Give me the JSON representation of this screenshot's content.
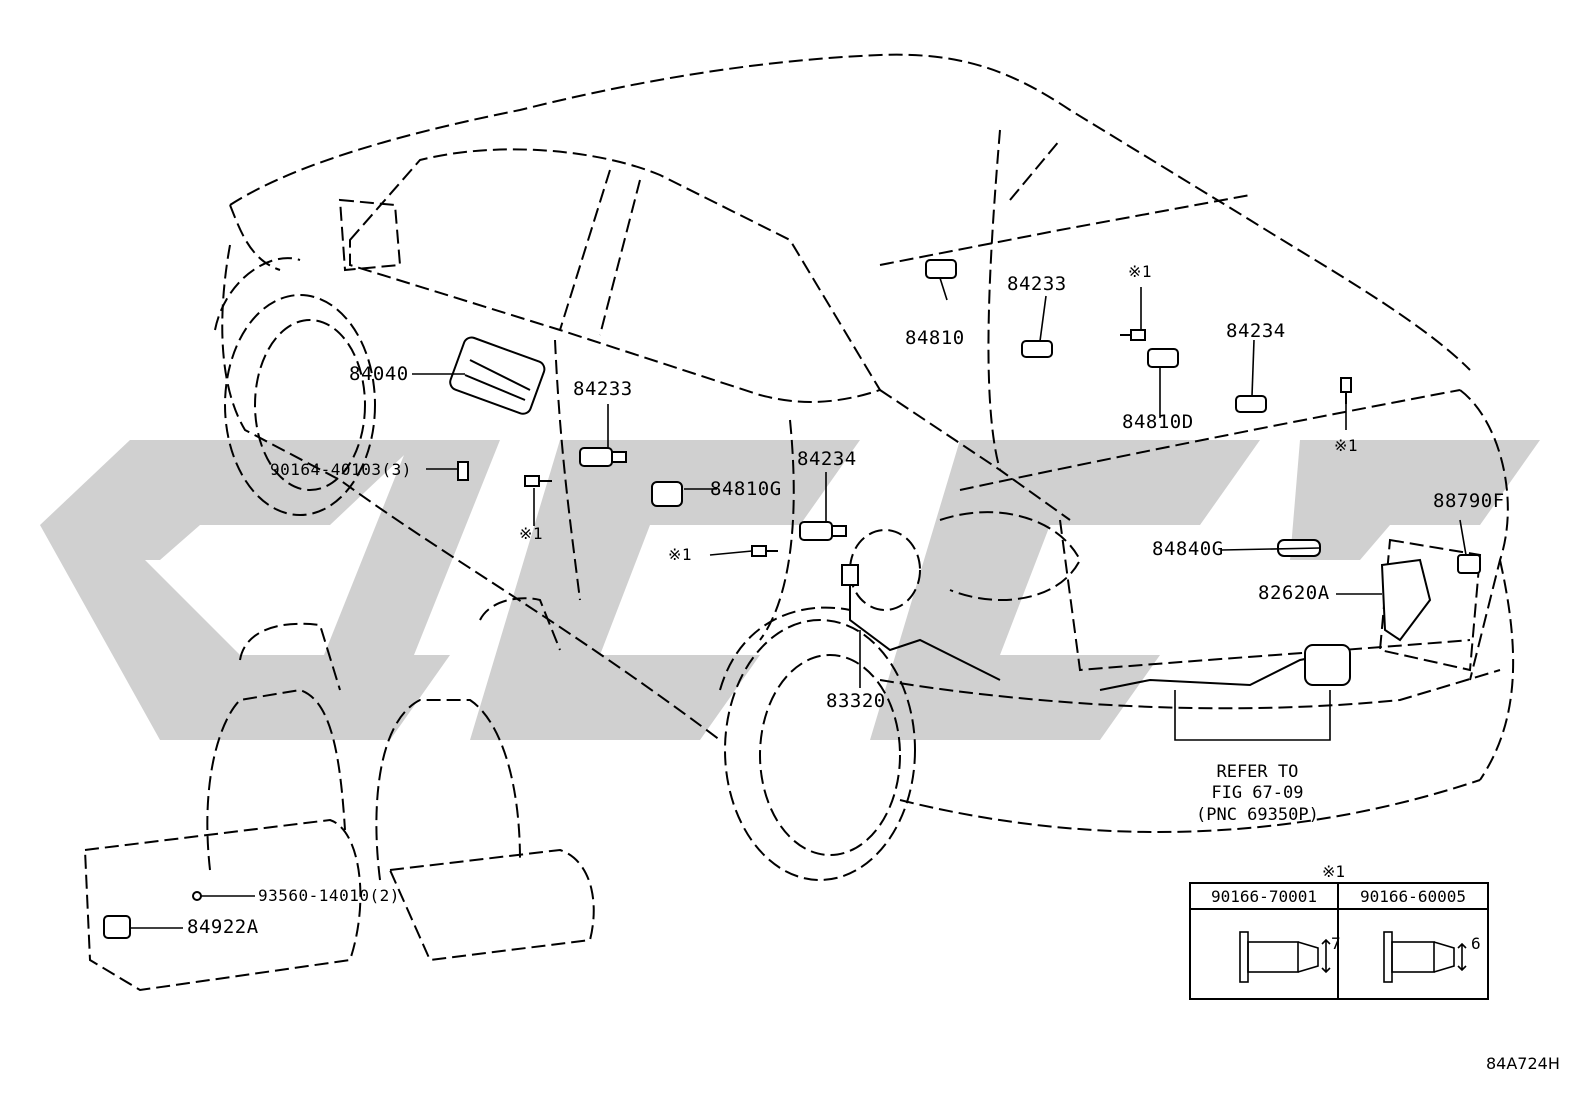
{
  "watermark": "CJDC",
  "labels": {
    "p84040": "84040",
    "p90164_40103": "90164-40103(3)",
    "p84233_left": "84233",
    "p84234_mid": "84234",
    "p84810G": "84810G",
    "p84810": "84810",
    "p84233_top": "84233",
    "p84810D": "84810D",
    "p84234_right": "84234",
    "p84840G": "84840G",
    "p88790F": "88790F",
    "p82620A": "82620A",
    "p83320": "83320",
    "p93560_14010": "93560-14010(2)",
    "p84922A": "84922A",
    "mark1_a": "※1",
    "mark1_b": "※1",
    "mark1_c": "※1",
    "mark1_d": "※1"
  },
  "refer": {
    "line1": "REFER TO",
    "line2": "FIG 67-09",
    "line3": "(PNC 69350P)"
  },
  "legend": {
    "mark": "※1",
    "col1_part": "90166-70001",
    "col1_dim": "7",
    "col2_part": "90166-60005",
    "col2_dim": "6"
  },
  "diagram_code": "84A724H"
}
